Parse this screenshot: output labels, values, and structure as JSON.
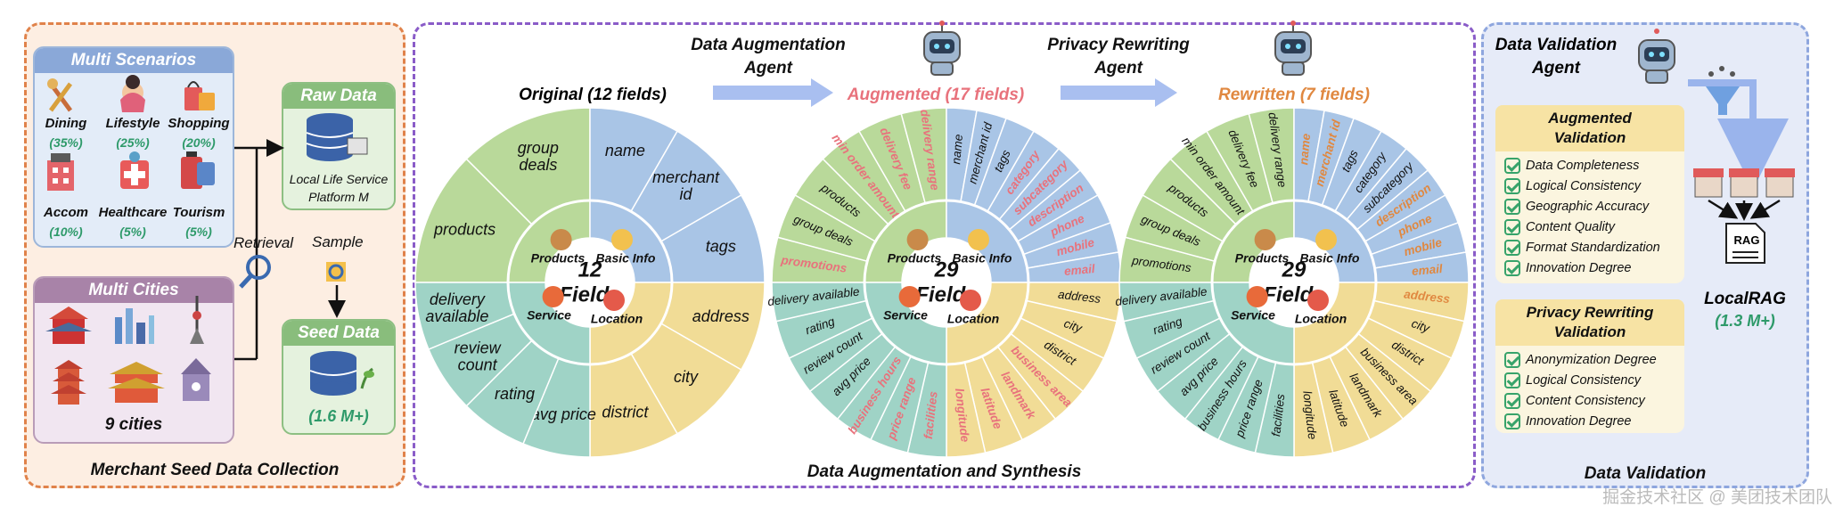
{
  "left_panel": {
    "title": "Merchant Seed Data Collection",
    "scenarios": {
      "header": "Multi Scenarios",
      "items": [
        {
          "name": "Dining",
          "pct": "(35%)",
          "icon": "dining-icon"
        },
        {
          "name": "Lifestyle",
          "pct": "(25%)",
          "icon": "lifestyle-icon"
        },
        {
          "name": "Shopping",
          "pct": "(20%)",
          "icon": "shopping-icon"
        },
        {
          "name": "Accom",
          "pct": "(10%)",
          "icon": "hotel-icon"
        },
        {
          "name": "Healthcare",
          "pct": "(5%)",
          "icon": "healthcare-icon"
        },
        {
          "name": "Tourism",
          "pct": "(5%)",
          "icon": "tourism-icon"
        }
      ]
    },
    "cities": {
      "header": "Multi Cities",
      "count": "9 cities"
    },
    "retrieval": "Retrieval",
    "raw_data": {
      "header": "Raw Data",
      "line1": "Local Life Service",
      "line2": "Platform M"
    },
    "sample": "Sample",
    "seed_data": {
      "header": "Seed Data",
      "count": "(1.6 M+)"
    }
  },
  "mid_panel": {
    "title": "Data Augmentation and Synthesis",
    "agent1": {
      "line1": "Data Augmentation",
      "line2": "Agent"
    },
    "agent2": {
      "line1": "Privacy Rewriting",
      "line2": "Agent"
    },
    "wheels": [
      {
        "title": "Original (12 fields)",
        "center1": "12",
        "center2": "Fields",
        "title_color": "#111111",
        "categories": [
          "Products",
          "Basic Info",
          "Location",
          "Service"
        ],
        "products": [
          "products",
          "group deals"
        ],
        "basic": [
          "name",
          "merchant id",
          "tags"
        ],
        "location": [
          "address",
          "city",
          "district"
        ],
        "service": [
          "avg price",
          "rating",
          "review count",
          "delivery available"
        ]
      },
      {
        "title": "Augmented (17 fields)",
        "center1": "29",
        "center2": "Fields",
        "title_color": "#e8727c",
        "categories": [
          "Products",
          "Basic Info",
          "Location",
          "Service"
        ]
      },
      {
        "title": "Rewritten (7 fields)",
        "center1": "29",
        "center2": "Fields",
        "title_color": "#e08840",
        "categories": [
          "Products",
          "Basic Info",
          "Location",
          "Service"
        ]
      }
    ],
    "aug_fields": {
      "products": [
        "promotions",
        "group deals",
        "products",
        "min order amount",
        "delivery fee",
        "delivery range"
      ],
      "basic": [
        "name",
        "merchant id",
        "tags",
        "category",
        "subcategory",
        "description",
        "phone",
        "mobile",
        "email"
      ],
      "location": [
        "address",
        "city",
        "district",
        "business area",
        "landmark",
        "latitude",
        "longitude"
      ],
      "service": [
        "facilities",
        "price range",
        "business hours",
        "avg price",
        "review count",
        "rating",
        "delivery available"
      ]
    },
    "new_aug": [
      "promotions",
      "min order amount",
      "delivery fee",
      "delivery range",
      "category",
      "subcategory",
      "description",
      "phone",
      "mobile",
      "email",
      "business area",
      "landmark",
      "latitude",
      "longitude",
      "facilities",
      "price range",
      "business hours"
    ],
    "new_rew": [
      "name",
      "merchant id",
      "description",
      "phone",
      "mobile",
      "email",
      "address"
    ]
  },
  "right_panel": {
    "title": "Data Validation",
    "agent": {
      "line1": "Data Validation",
      "line2": "Agent"
    },
    "augmented": {
      "header1": "Augmented",
      "header2": "Validation",
      "items": [
        "Data Completeness",
        "Logical Consistency",
        "Geographic Accuracy",
        "Content Quality",
        "Format Standardization",
        "Innovation Degree"
      ]
    },
    "privacy": {
      "header1": "Privacy Rewriting",
      "header2": "Validation",
      "items": [
        "Anonymization Degree",
        "Logical Consistency",
        "Content Consistency",
        "Innovation Degree"
      ]
    },
    "rag_label": "RAG",
    "localrag": "LocalRAG",
    "localrag_count": "(1.3 M+)"
  },
  "watermark": "掘金技术社区 @ 美团技术团队",
  "colors": {
    "products": "#b9d99a",
    "basic": "#a9c5e6",
    "location": "#f1dc96",
    "service": "#9fd3c6",
    "augmented_text": "#e8727c",
    "rewritten_text": "#e08840",
    "check": "#37a36a"
  }
}
